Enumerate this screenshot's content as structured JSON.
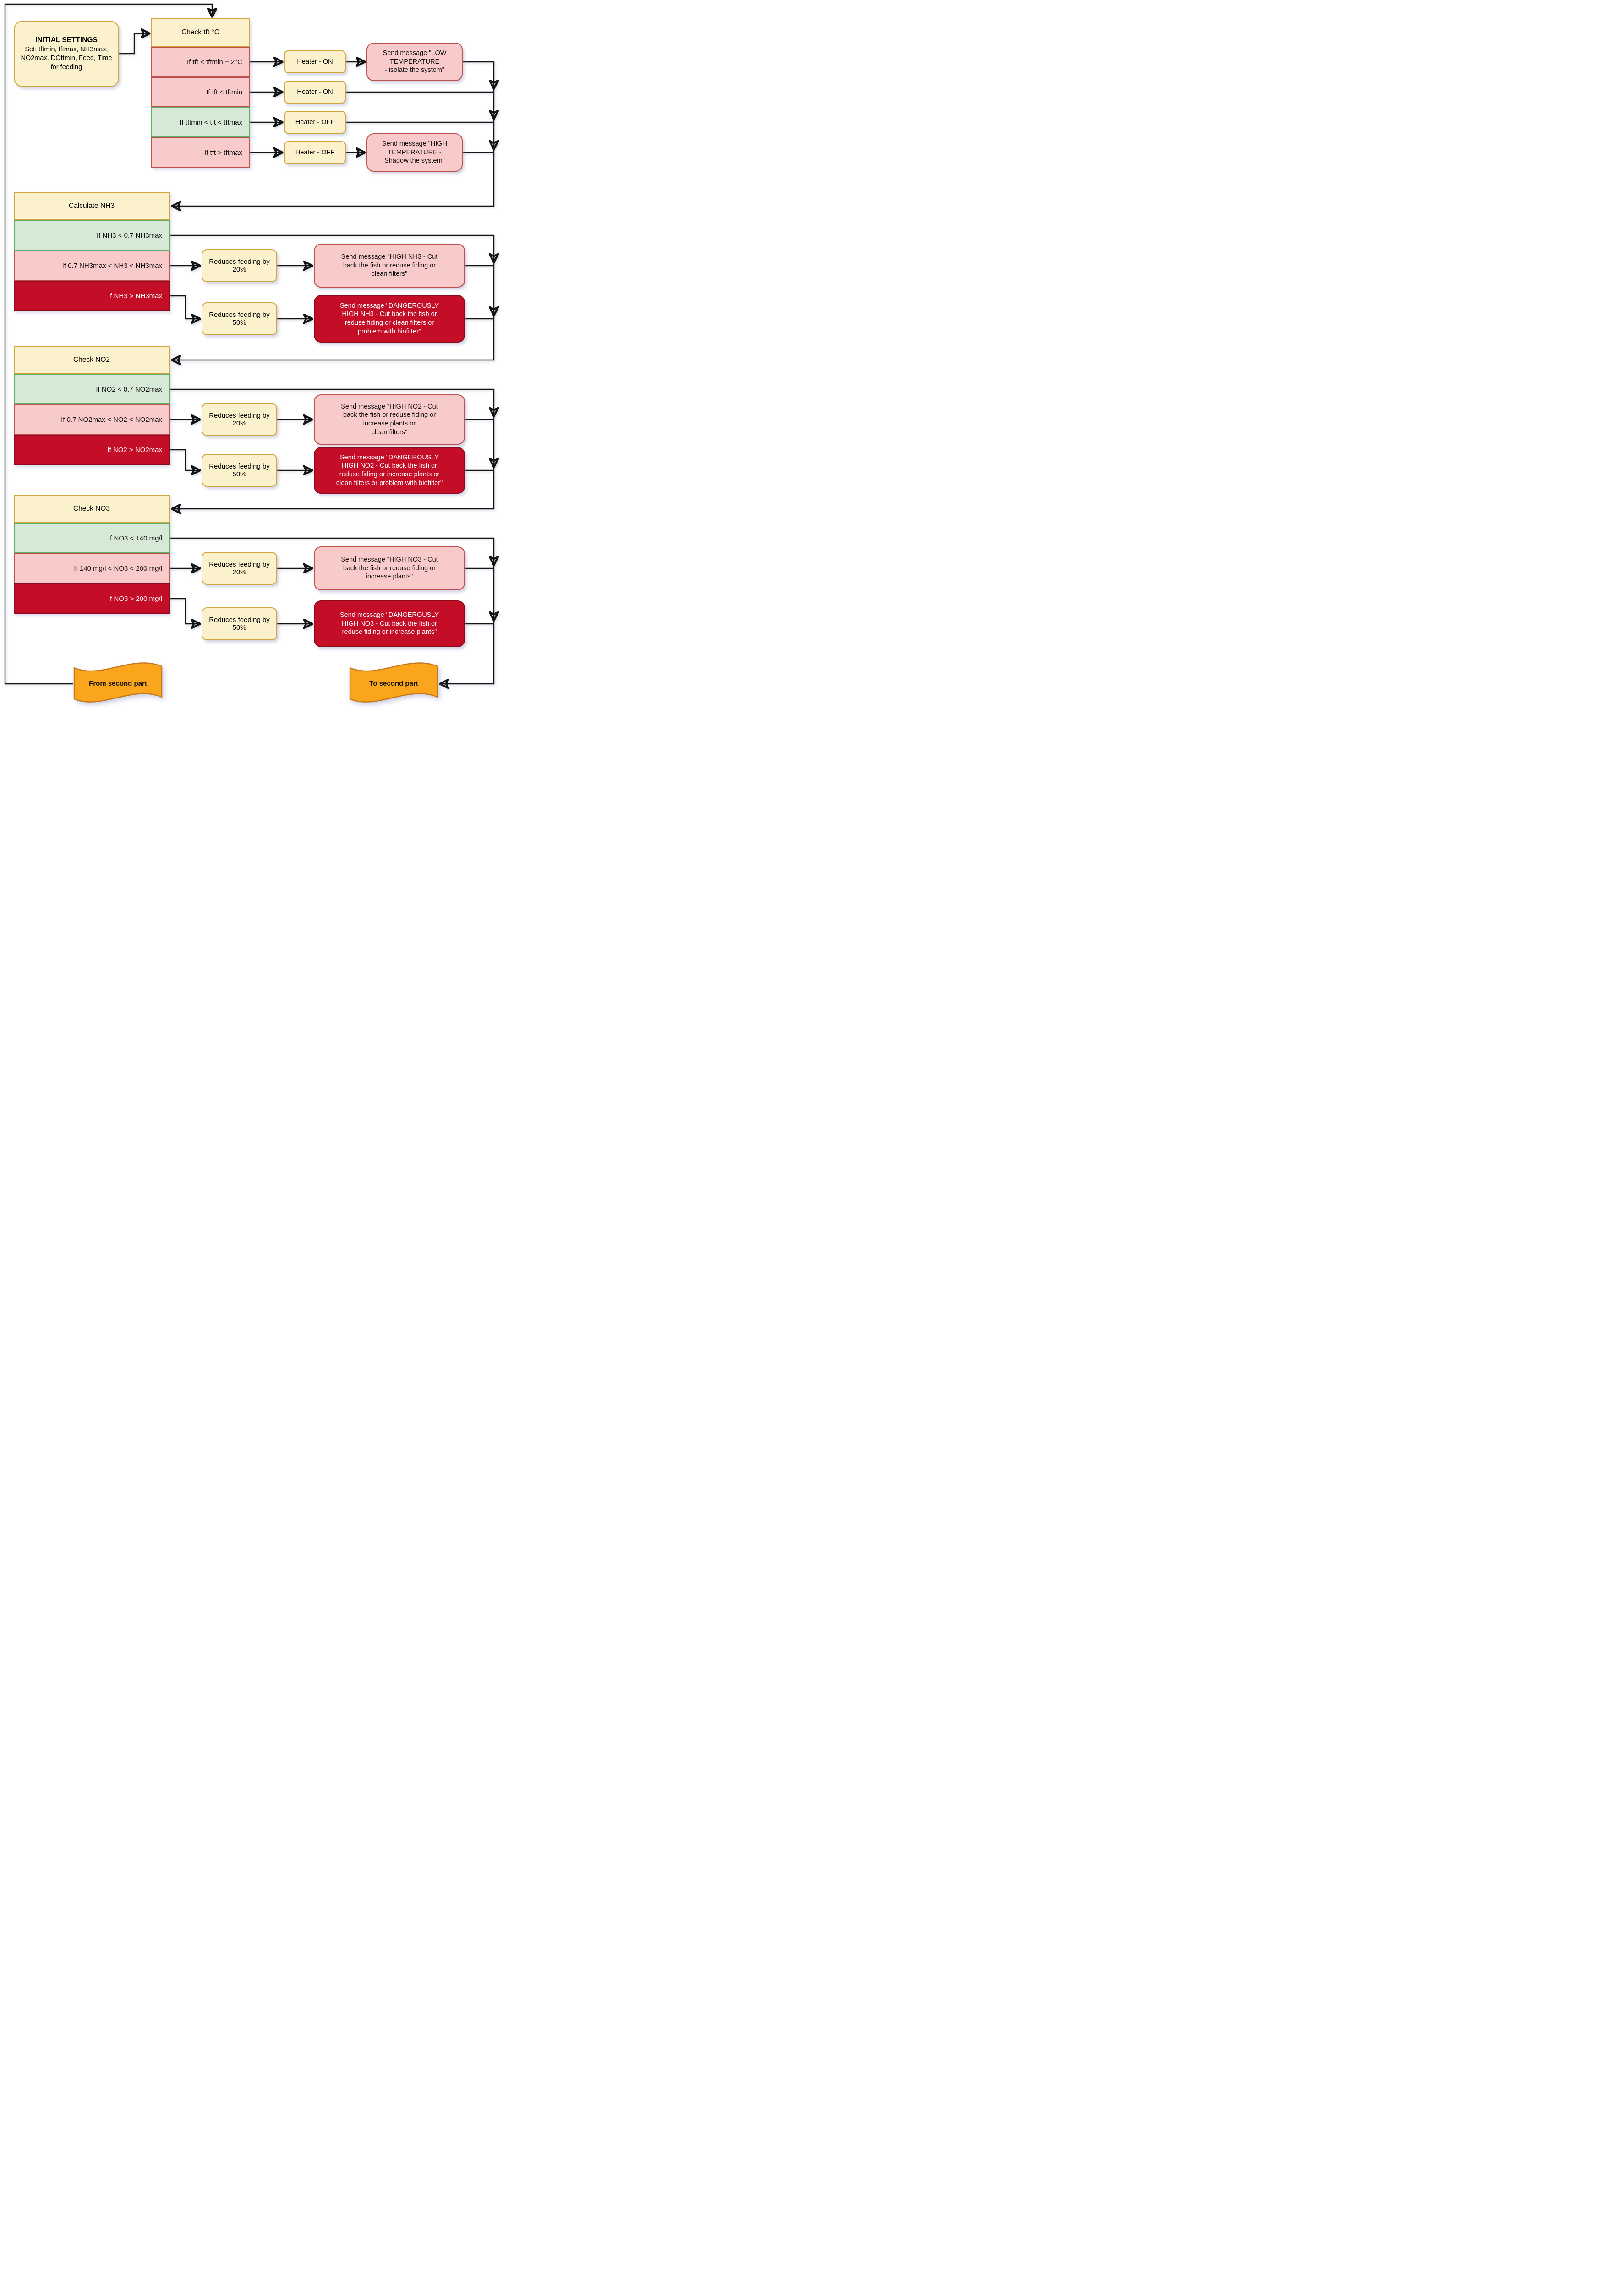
{
  "colors": {
    "node_fill": "#fbf1cd",
    "node_border": "#d2a63e",
    "ok_fill": "#d6e9d6",
    "ok_border": "#5fae69",
    "warn_fill": "#f9caca",
    "warn_border": "#c0504d",
    "danger_fill": "#c40e28",
    "danger_border": "#8e0a1f",
    "tape_fill": "#fba51d",
    "tape_border": "#c4781b",
    "line": "#141414"
  },
  "initial_settings": {
    "title": "INITIAL SETTINGS",
    "body": "Set: tftmin, tftmax, NH3max, NO2max, DOftmin, Feed, Time for feeding"
  },
  "temperature": {
    "header": "Check tft °C",
    "rows": [
      {
        "label": "If tft < tftmin − 2°C"
      },
      {
        "label": "If tft < tftmin"
      },
      {
        "label": "If tftmin < tft < tftmax"
      },
      {
        "label": "If tft > tftmax"
      }
    ],
    "actions": [
      {
        "label": "Heater - ON"
      },
      {
        "label": "Heater - ON"
      },
      {
        "label": "Heater - OFF"
      },
      {
        "label": "Heater - OFF"
      }
    ],
    "messages": {
      "low": "Send message \"LOW\nTEMPERATURE\n- isolate the system\"",
      "high": "Send message \"HIGH\nTEMPERATURE -\nShadow the system\""
    }
  },
  "nh3": {
    "header": "Calculate NH3",
    "rows": [
      {
        "label": "If NH3 < 0.7 NH3max"
      },
      {
        "label": "If 0.7 NH3max < NH3 < NH3max"
      },
      {
        "label": "If NH3 > NH3max"
      }
    ],
    "reduce20": "Reduces feeding by 20%",
    "reduce50": "Reduces feeding by 50%",
    "message_high": "Send message \"HIGH NH3 -  Cut\nback the fish or reduse fiding or\nclean filters\"",
    "message_danger": "Send message \"DANGEROUSLY\nHIGH NH3 - Cut back the fish or\nreduse fiding or clean filters or\nproblem with biofilter\""
  },
  "no2": {
    "header": "Check NO2",
    "rows": [
      {
        "label": "If NO2 < 0.7 NO2max"
      },
      {
        "label": "If 0.7 NO2max < NO2 < NO2max"
      },
      {
        "label": "If NO2 > NO2max"
      }
    ],
    "reduce20": "Reduces feeding by 20%",
    "reduce50": "Reduces feeding by 50%",
    "message_high": "Send message \"HIGH NO2 -  Cut\nback the fish or reduse fiding or\nincrease plants or\nclean filters\"",
    "message_danger": "Send message \"DANGEROUSLY\nHIGH NO2 - Cut back the fish or\nreduse fiding or increase plants or\nclean filters or problem with biofilter\""
  },
  "no3": {
    "header": "Check NO3",
    "rows": [
      {
        "label": "If NO3 < 140 mg/l"
      },
      {
        "label": "If 140 mg/l < NO3 < 200 mg/l"
      },
      {
        "label": "If NO3 > 200 mg/l"
      }
    ],
    "reduce20": "Reduces feeding by 20%",
    "reduce50": "Reduces feeding by 50%",
    "message_high": "Send message \"HIGH NO3 -  Cut\nback the fish or reduse fiding or\nincrease plants\"",
    "message_danger": "Send message \"DANGEROUSLY\nHIGH NO3 - Cut back the fish or\nreduse fiding or increase plants\""
  },
  "banners": {
    "from": "From second part",
    "to": "To second part"
  }
}
